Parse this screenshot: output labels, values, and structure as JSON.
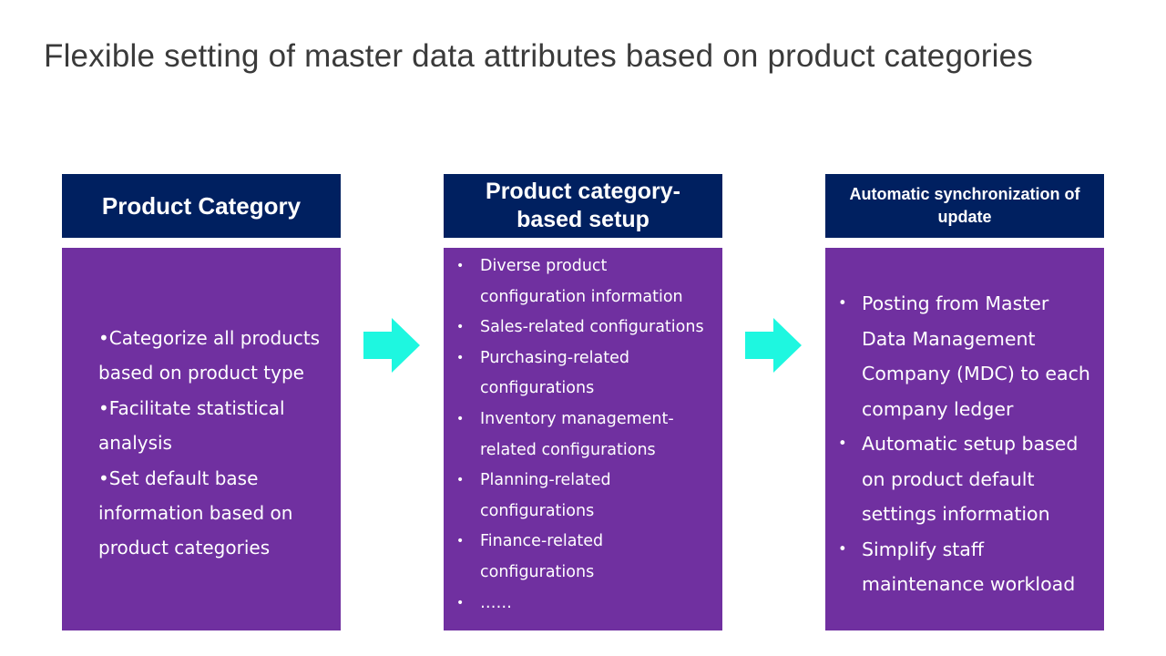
{
  "title": "Flexible setting of master data attributes based on product categories",
  "colors": {
    "header_bg": "#002060",
    "panel_bg": "#7030a0",
    "arrow": "#1EF7E0",
    "title_text": "#3a3a3a"
  },
  "columns": [
    {
      "header": "Product Category",
      "items": [
        "•Categorize all products based on product type",
        "•Facilitate statistical analysis",
        "•Set default base information based on product categories"
      ]
    },
    {
      "header": "Product category-based setup",
      "items": [
        "Diverse product configuration information",
        "Sales-related configurations",
        "Purchasing-related configurations",
        "Inventory management-related configurations",
        "Planning-related configurations",
        "Finance-related configurations",
        "……"
      ]
    },
    {
      "header": "Automatic synchronization of update",
      "items": [
        "Posting from Master Data Management Company (MDC) to each company ledger",
        "Automatic setup based on product default settings information",
        "Simplify staff maintenance workload"
      ]
    }
  ],
  "icons": {
    "arrow": "right-arrow-icon"
  }
}
